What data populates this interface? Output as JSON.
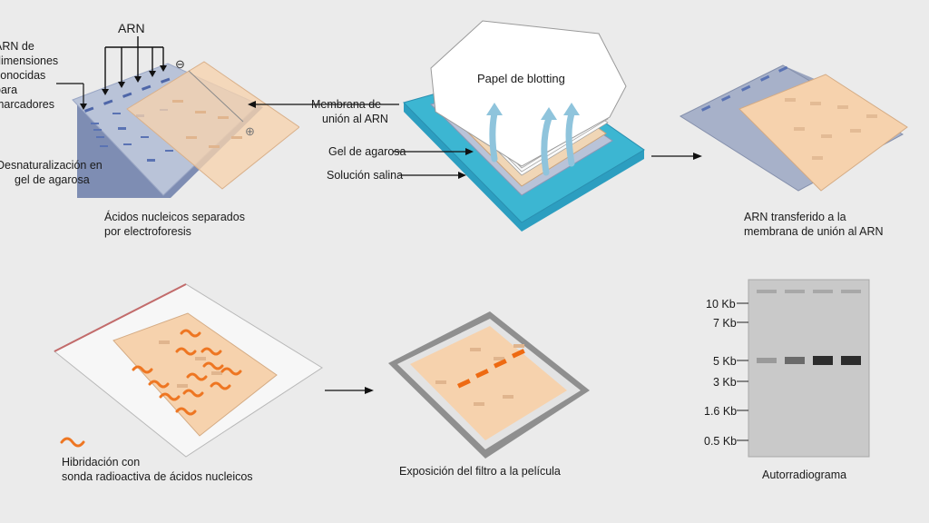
{
  "panel1": {
    "arn": "ARN",
    "markers_label": [
      "ARN de",
      "dimensiones",
      "conocidas",
      "para",
      "marcadores"
    ],
    "denat": [
      "Desnaturalización en",
      "gel de agarosa"
    ],
    "caption": [
      "Ácidos nucleicos separados",
      "por electroforesis"
    ],
    "minus": "⊖",
    "plus": "⊕"
  },
  "panel2": {
    "paper": "Papel de blotting",
    "membrane": [
      "Membrana de",
      "unión al ARN"
    ],
    "gel": "Gel de agarosa",
    "saline": "Solución salina"
  },
  "panel3": {
    "caption": [
      "ARN transferido a la",
      "membrana de unión al ARN"
    ]
  },
  "panel4": {
    "caption": [
      "Hibridación con",
      "sonda radioactiva de ácidos nucleicos"
    ]
  },
  "panel5": {
    "caption": "Exposición del filtro a la película"
  },
  "panel6": {
    "caption": "Autorradiograma",
    "markers": [
      "10 Kb",
      "7 Kb",
      "5 Kb",
      "3 Kb",
      "1.6 Kb",
      "0.5 Kb"
    ]
  },
  "colors": {
    "gel": "#b9c3d8",
    "membrane": "#f6d2ad",
    "band_blue": "#5a73b3",
    "probe": "#ee7622",
    "saline": "#3cb6d2",
    "autorad": "#c9c9c9"
  }
}
